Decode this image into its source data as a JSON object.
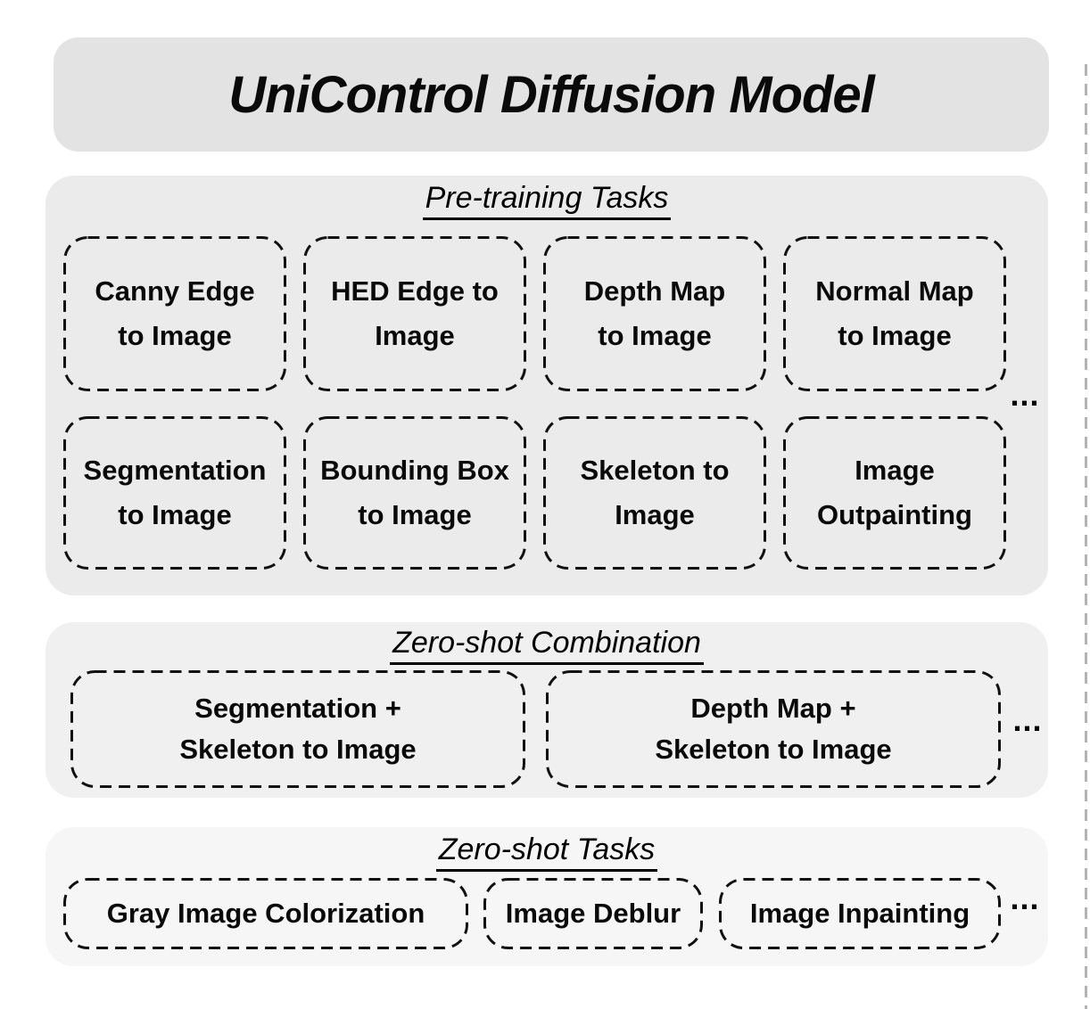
{
  "title": "UniControl Diffusion Model",
  "colors": {
    "banner_bg": "#e3e3e3",
    "pretraining_bg": "#ebebeb",
    "combination_bg": "#f0f0f0",
    "tasks_bg": "#f6f6f6",
    "border": "#111111",
    "edge_line": "#b3b3b3"
  },
  "sections": {
    "pretraining": {
      "heading": "Pre-training Tasks",
      "tasks": [
        "Canny Edge\nto Image",
        "HED Edge to\nImage",
        "Depth Map\nto Image",
        "Normal Map\nto Image",
        "Segmentation\nto Image",
        "Bounding Box\nto Image",
        "Skeleton to\nImage",
        "Image\nOutpainting"
      ],
      "ellipsis": "..."
    },
    "zero_shot_combination": {
      "heading": "Zero-shot Combination",
      "tasks": [
        "Segmentation +\nSkeleton to Image",
        "Depth Map +\nSkeleton to Image"
      ],
      "ellipsis": "..."
    },
    "zero_shot_tasks": {
      "heading": "Zero-shot Tasks",
      "tasks": [
        "Gray Image Colorization",
        "Image Deblur",
        "Image Inpainting"
      ],
      "ellipsis": "..."
    }
  }
}
